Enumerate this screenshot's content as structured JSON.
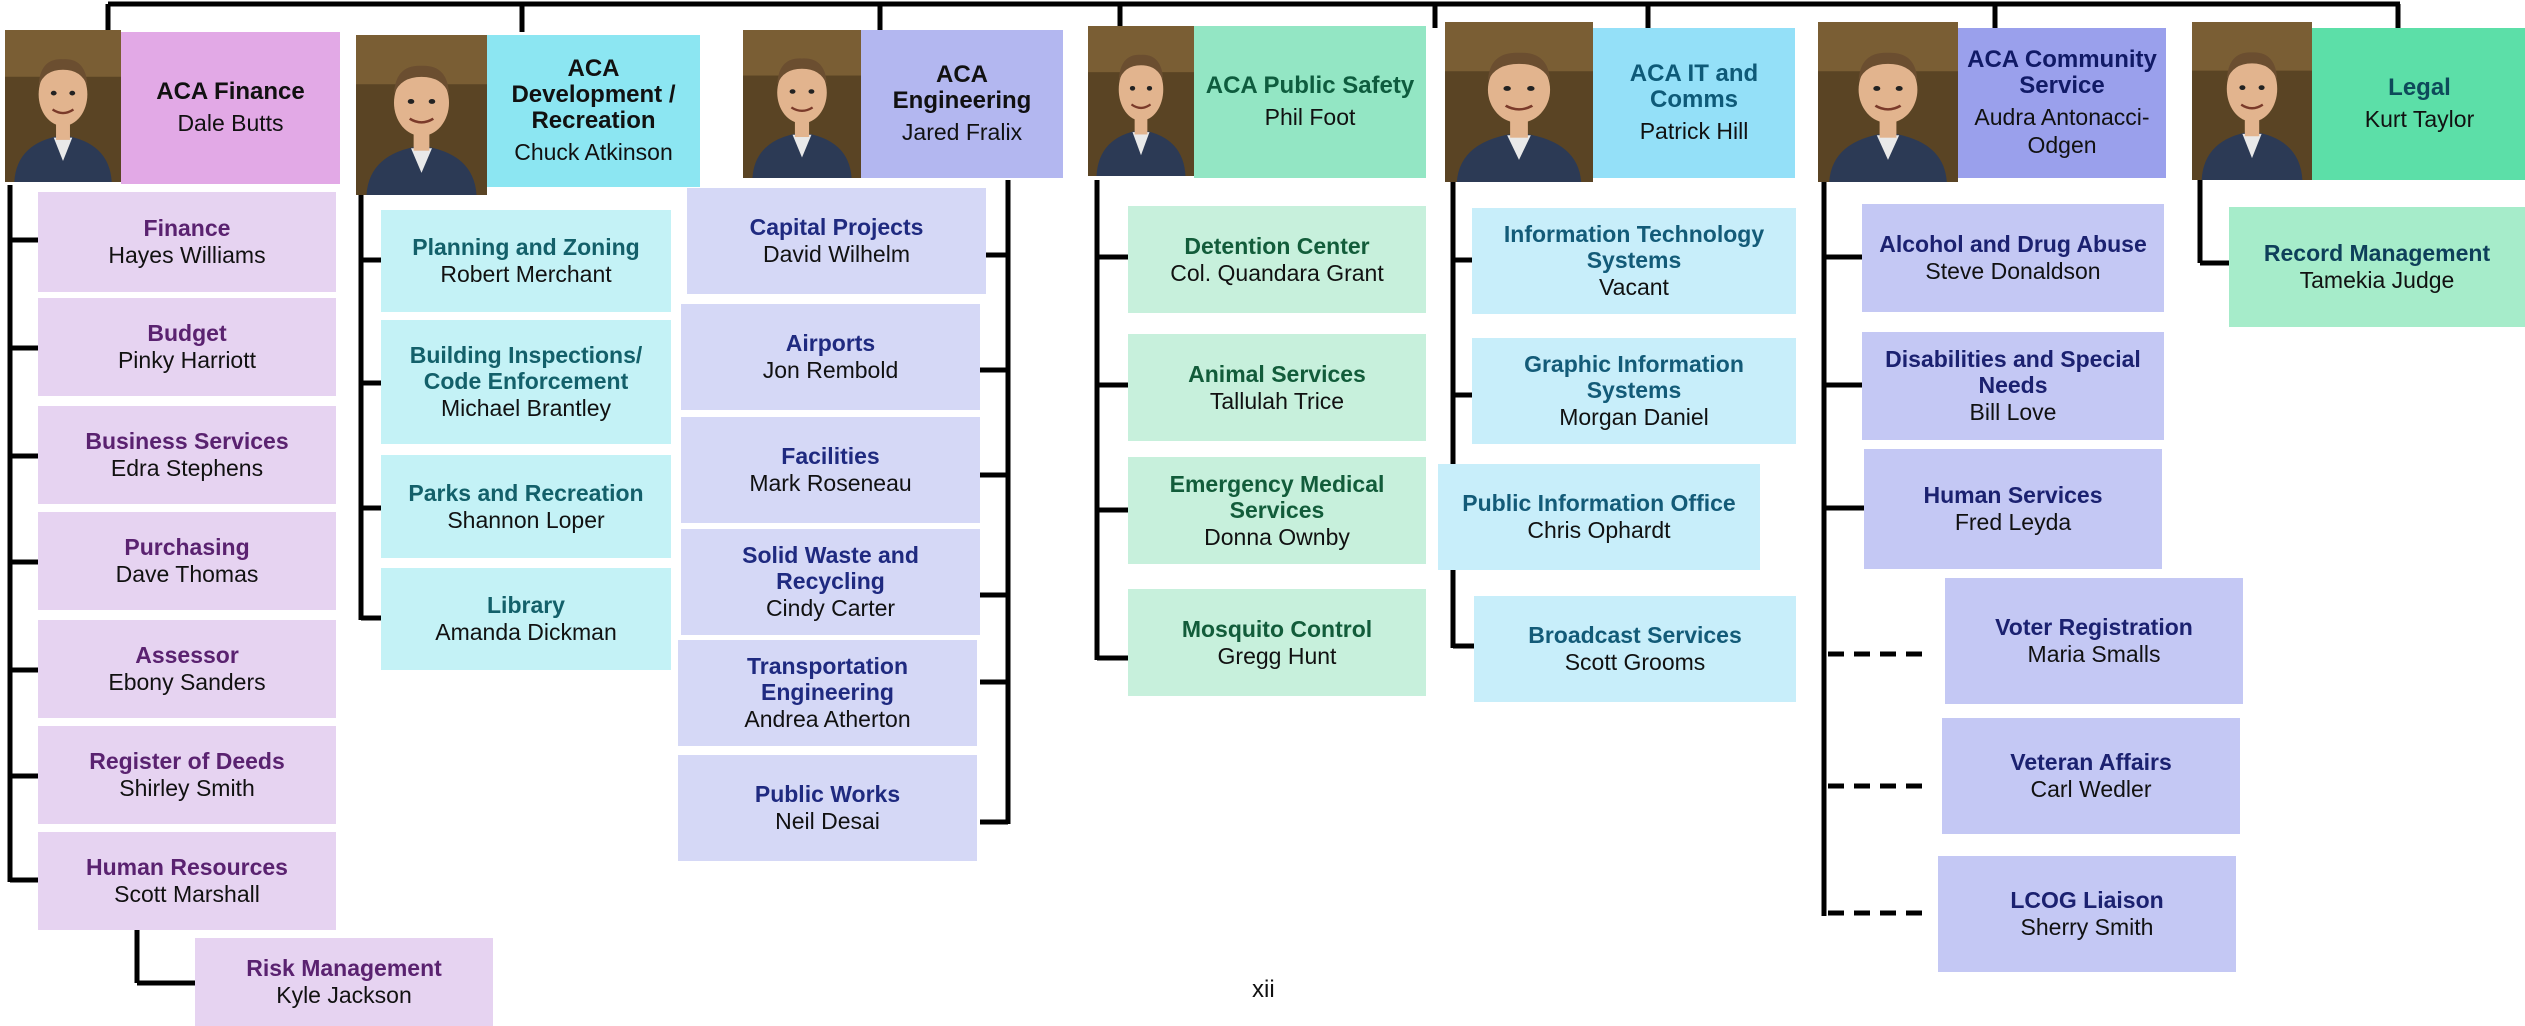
{
  "page_number": "xii",
  "departments": [
    {
      "key": "fin",
      "title": "ACA Finance",
      "name": "Dale Butts",
      "photo_icon": "portrait-photo",
      "units": [
        {
          "title": "Finance",
          "name": "Hayes Williams"
        },
        {
          "title": "Budget",
          "name": "Pinky Harriott"
        },
        {
          "title": "Business Services",
          "name": "Edra Stephens"
        },
        {
          "title": "Purchasing",
          "name": "Dave Thomas"
        },
        {
          "title": "Assessor",
          "name": "Ebony Sanders"
        },
        {
          "title": "Register of Deeds",
          "name": "Shirley Smith"
        },
        {
          "title": "Human Resources",
          "name": "Scott Marshall"
        },
        {
          "title": "Risk Management",
          "name": "Kyle Jackson"
        }
      ]
    },
    {
      "key": "dev",
      "title": "ACA Development / Recreation",
      "name": "Chuck Atkinson",
      "photo_icon": "portrait-photo",
      "units": [
        {
          "title": "Planning and Zoning",
          "name": "Robert Merchant"
        },
        {
          "title": "Building Inspections/ Code Enforcement",
          "name": "Michael Brantley"
        },
        {
          "title": "Parks and Recreation",
          "name": "Shannon Loper"
        },
        {
          "title": "Library",
          "name": "Amanda Dickman"
        }
      ]
    },
    {
      "key": "eng",
      "title": "ACA Engineering",
      "name": "Jared Fralix",
      "photo_icon": "portrait-photo",
      "units": [
        {
          "title": "Capital Projects",
          "name": "David Wilhelm"
        },
        {
          "title": "Airports",
          "name": "Jon Rembold"
        },
        {
          "title": "Facilities",
          "name": "Mark Roseneau"
        },
        {
          "title": "Solid Waste and Recycling",
          "name": "Cindy Carter"
        },
        {
          "title": "Transportation Engineering",
          "name": "Andrea Atherton"
        },
        {
          "title": "Public Works",
          "name": "Neil Desai"
        }
      ]
    },
    {
      "key": "ps",
      "title": "ACA Public Safety",
      "name": "Phil Foot",
      "photo_icon": "portrait-photo",
      "units": [
        {
          "title": "Detention Center",
          "name": "Col. Quandara Grant"
        },
        {
          "title": "Animal Services",
          "name": "Tallulah Trice"
        },
        {
          "title": "Emergency Medical Services",
          "name": "Donna Ownby"
        },
        {
          "title": "Mosquito Control",
          "name": "Gregg Hunt"
        }
      ]
    },
    {
      "key": "it",
      "title": "ACA IT and Comms",
      "name": "Patrick Hill",
      "photo_icon": "portrait-photo",
      "units": [
        {
          "title": "Information Technology Systems",
          "name": "Vacant"
        },
        {
          "title": "Graphic Information Systems",
          "name": "Morgan Daniel"
        },
        {
          "title": "Public Information Office",
          "name": "Chris Ophardt"
        },
        {
          "title": "Broadcast Services",
          "name": "Scott Grooms"
        }
      ]
    },
    {
      "key": "cs",
      "title": "ACA Community Service",
      "name": "Audra Antonacci-Odgen",
      "photo_icon": "portrait-photo",
      "units": [
        {
          "title": "Alcohol and Drug Abuse",
          "name": "Steve Donaldson"
        },
        {
          "title": "Disabilities and Special Needs",
          "name": "Bill Love"
        },
        {
          "title": "Human Services",
          "name": "Fred Leyda"
        },
        {
          "title": "Voter Registration",
          "name": "Maria Smalls"
        },
        {
          "title": "Veteran Affairs",
          "name": "Carl Wedler"
        },
        {
          "title": "LCOG Liaison",
          "name": "Sherry Smith"
        }
      ]
    },
    {
      "key": "lg",
      "title": "Legal",
      "name": "Kurt Taylor",
      "photo_icon": "portrait-photo",
      "units": [
        {
          "title": "Record Management",
          "name": "Tamekia Judge"
        }
      ]
    }
  ]
}
